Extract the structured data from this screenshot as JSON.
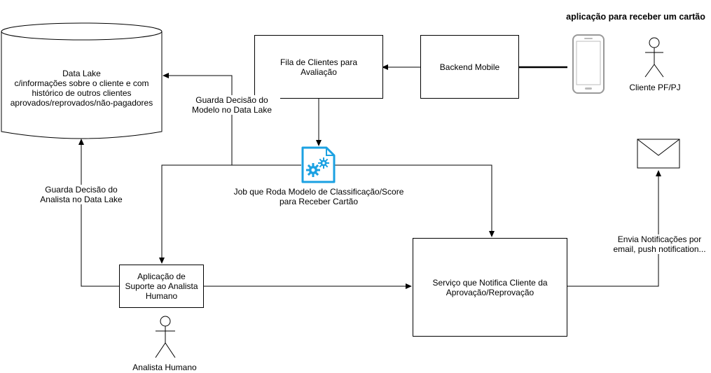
{
  "title": "aplicação para receber um cartão",
  "nodes": {
    "data_lake": "Data Lake\nc/informações sobre o cliente e com histórico de outros clientes aprovados/reprovados/não-pagadores",
    "fila": "Fila de Clientes para Avaliação",
    "backend": "Backend Mobile",
    "job": "Job que Roda Modelo de Classificação/Score para Receber Cartão",
    "suporte": "Aplicação de Suporte ao Analista Humano",
    "servico": "Serviço que Notifica Cliente da Aprovação/Reprovação"
  },
  "actors": {
    "cliente": "Cliente PF/PJ",
    "analista": "Analista Humano"
  },
  "edge_labels": {
    "modelo_lake": "Guarda Decisão do\nModelo no Data Lake",
    "analista_lake": "Guarda Decisão do\nAnalista no Data Lake",
    "notificacoes": "Envia Notificações por\nemail, push notification..."
  },
  "icons": {
    "phone": "smartphone-icon",
    "gears": "gears-job-icon",
    "mail": "envelope-icon",
    "accent": "#1ba1e2"
  }
}
